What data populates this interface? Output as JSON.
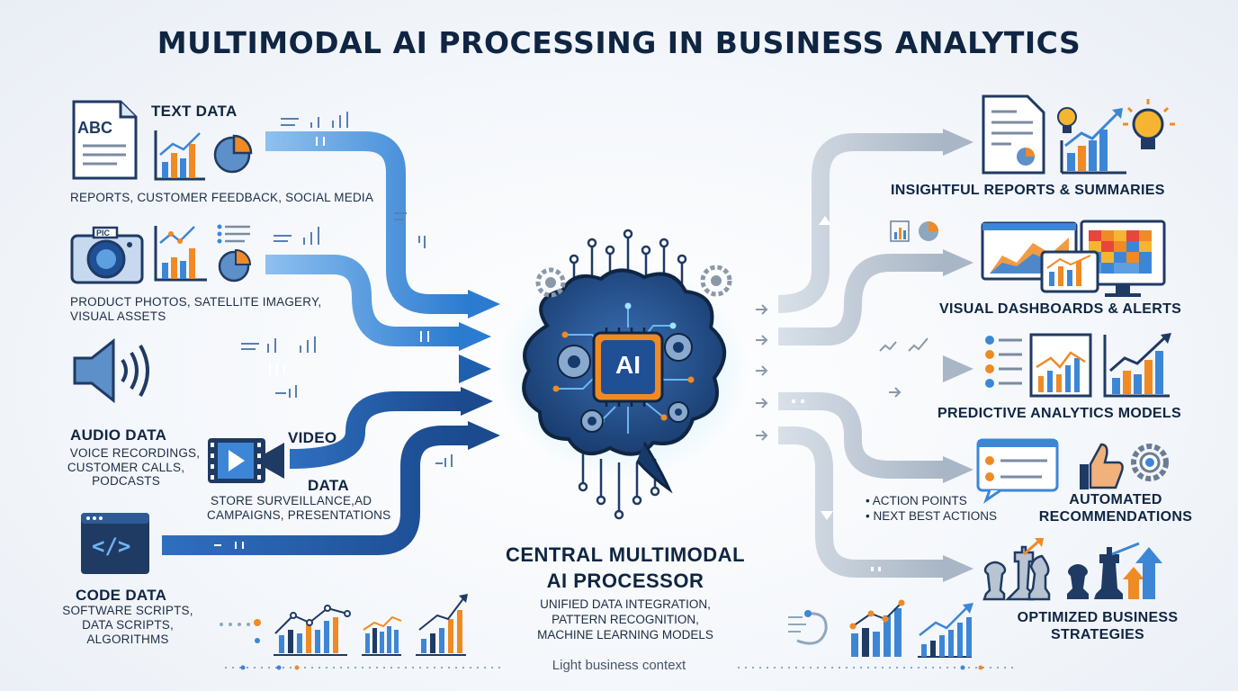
{
  "title": "MULTIMODAL AI PROCESSING IN BUSINESS ANALYTICS",
  "inputs": {
    "text": {
      "heading": "TEXT DATA",
      "icon_label": "ABC",
      "description": "REPORTS, CUSTOMER FEEDBACK, SOCIAL MEDIA"
    },
    "image": {
      "icon_label": "PIC",
      "description_1": "PRODUCT PHOTOS, SATELLITE IMAGERY,",
      "description_2": "VISUAL ASSETS"
    },
    "audio": {
      "heading": "AUDIO DATA",
      "description_1": "VOICE RECORDINGS,",
      "description_2": "CUSTOMER CALLS,",
      "description_3": "PODCASTS"
    },
    "video": {
      "heading_1": "VIDEO",
      "heading_2": "DATA",
      "description_1": "STORE SURVEILLANCE,AD",
      "description_2": "CAMPAIGNS, PRESENTATIONS"
    },
    "code": {
      "heading": "CODE DATA",
      "icon_label": "</>",
      "description_1": "SOFTWARE SCRIPTS,",
      "description_2": "DATA SCRIPTS,",
      "description_3": "ALGORITHMS"
    }
  },
  "processor": {
    "chip_label": "AI",
    "title_1": "CENTRAL MULTIMODAL",
    "title_2": "AI PROCESSOR",
    "description_1": "UNIFIED DATA INTEGRATION,",
    "description_2": "PATTERN RECOGNITION,",
    "description_3": "MACHINE LEARNING MODELS"
  },
  "outputs": {
    "reports": "INSIGHTFUL REPORTS & SUMMARIES",
    "dashboards": "VISUAL DASHBOARDS & ALERTS",
    "predictive": "PREDICTIVE ANALYTICS MODELS",
    "recommendations_1": "AUTOMATED",
    "recommendations_2": "RECOMMENDATIONS",
    "action_point_1": "• ACTION POINTS",
    "action_point_2": "• NEXT BEST ACTIONS",
    "strategies_1": "OPTIMIZED BUSINESS",
    "strategies_2": "STRATEGIES"
  },
  "footer": "Light business context",
  "colors": {
    "navy": "#0f2542",
    "input_blue": "#3d86d6",
    "deep_blue": "#1f4f95",
    "output_gray": "#b5c1cf",
    "accent_orange": "#f08a24",
    "ai_glow": "#4fc3f7"
  }
}
